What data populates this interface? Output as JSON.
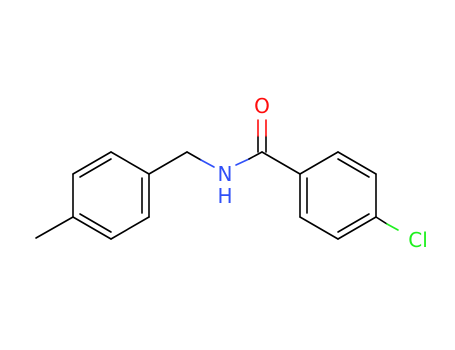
{
  "structure": {
    "atoms": {
      "oxygen": {
        "symbol": "O",
        "color": "#ff0d0d"
      },
      "nitrogen": {
        "symbol": "N",
        "color": "#3050f8"
      },
      "hydrogen": {
        "symbol": "H",
        "color": "#3050f8"
      },
      "chlorine": {
        "symbol": "Cl",
        "color": "#1ff01f"
      }
    },
    "bond_color": "#000000"
  }
}
